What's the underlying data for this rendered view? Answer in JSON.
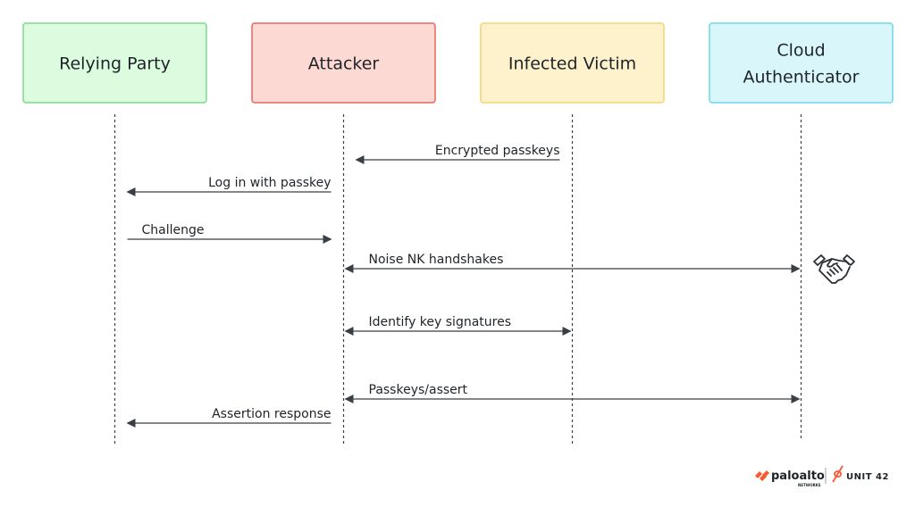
{
  "participants": [
    {
      "id": "relying-party",
      "line1": "Relying Party",
      "line2": "",
      "fill": "#dcfce0",
      "stroke": "#7fd88c"
    },
    {
      "id": "attacker",
      "line1": "Attacker",
      "line2": "",
      "fill": "#fdd9d4",
      "stroke": "#e9675e"
    },
    {
      "id": "infected-victim",
      "line1": "Infected Victim",
      "line2": "",
      "fill": "#fdf2cc",
      "stroke": "#f2d66e"
    },
    {
      "id": "cloud-authenticator",
      "line1": "Cloud",
      "line2": "Authenticator",
      "fill": "#d9f7fb",
      "stroke": "#6ed8e8"
    }
  ],
  "messages": [
    {
      "id": "encrypted-passkeys",
      "label": "Encrypted passkeys",
      "from": 2,
      "to": 1,
      "bidirectional": false
    },
    {
      "id": "log-in-with-passkey",
      "label": "Log in with passkey",
      "from": 1,
      "to": 0,
      "bidirectional": false
    },
    {
      "id": "challenge",
      "label": "Challenge",
      "from": 0,
      "to": 1,
      "bidirectional": false
    },
    {
      "id": "noise-nk-handshakes",
      "label": "Noise NK handshakes",
      "from": 1,
      "to": 3,
      "bidirectional": true
    },
    {
      "id": "identify-key-signatures",
      "label": "Identify key signatures",
      "from": 1,
      "to": 2,
      "bidirectional": true
    },
    {
      "id": "passkeys-assert",
      "label": "Passkeys/assert",
      "from": 1,
      "to": 3,
      "bidirectional": true
    },
    {
      "id": "assertion-response",
      "label": "Assertion response",
      "from": 1,
      "to": 0,
      "bidirectional": false
    }
  ],
  "annotation_icon": "handshake-icon",
  "footer": {
    "brand": "paloalto",
    "brand_sub": "NETWORKS",
    "product": "UNIT 42",
    "brand_color": "#fa582d"
  },
  "colors": {
    "line": "#3a3f45",
    "text": "#1f2328"
  }
}
